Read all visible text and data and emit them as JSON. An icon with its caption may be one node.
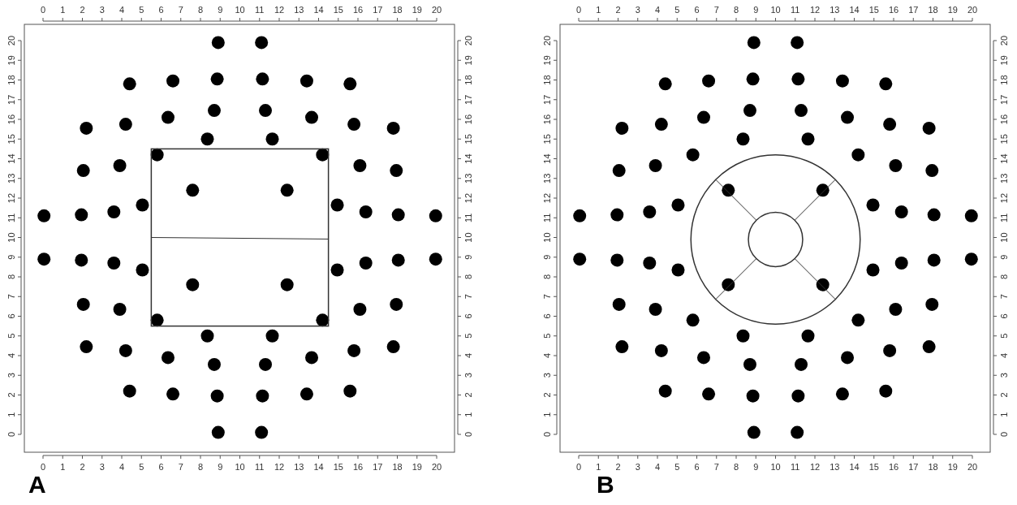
{
  "diagram": {
    "labels": [
      "0",
      "1",
      "2",
      "3",
      "4",
      "5",
      "6",
      "7",
      "8",
      "9",
      "10",
      "11",
      "12",
      "13",
      "14",
      "15",
      "16",
      "17",
      "18",
      "19",
      "20",
      "0",
      "1",
      "2",
      "3",
      "4",
      "5",
      "6",
      "7",
      "8",
      "9",
      "10",
      "11",
      "12",
      "13",
      "14",
      "15",
      "16",
      "17",
      "18",
      "19",
      "20",
      "20",
      "19",
      "18",
      "17",
      "16",
      "15",
      "14",
      "13",
      "12",
      "11",
      "10",
      "9",
      "8",
      "7",
      "6",
      "5",
      "4",
      "3",
      "2",
      "1",
      "0",
      "20",
      "19",
      "18",
      "17",
      "16",
      "15",
      "14",
      "13",
      "12",
      "11",
      "10",
      "9",
      "8",
      "7",
      "6",
      "5",
      "4",
      "3",
      "2",
      "1",
      "0",
      "A",
      "B"
    ],
    "chart_data": [
      {
        "type": "scatter",
        "xlim": [
          0,
          20
        ],
        "ylim": [
          0,
          20
        ],
        "xticks": [
          0,
          1,
          2,
          3,
          4,
          5,
          6,
          7,
          8,
          9,
          10,
          11,
          12,
          13,
          14,
          15,
          16,
          17,
          18,
          19,
          20
        ],
        "yticks": [
          0,
          1,
          2,
          3,
          4,
          5,
          6,
          7,
          8,
          9,
          10,
          11,
          12,
          13,
          14,
          15,
          16,
          17,
          18,
          19,
          20
        ],
        "x": [
          8.9,
          11.1,
          4.4,
          6.6,
          8.85,
          11.15,
          13.4,
          15.6,
          2.2,
          4.2,
          6.35,
          8.7,
          11.3,
          13.65,
          15.8,
          17.8,
          8.35,
          11.65,
          5.8,
          14.2,
          3.9,
          16.1,
          2.05,
          17.95,
          7.6,
          12.4,
          5.05,
          14.95,
          3.6,
          16.4,
          1.95,
          18.05,
          0.05,
          19.95,
          8.9,
          11.1,
          4.4,
          6.6,
          8.85,
          11.15,
          13.4,
          15.6,
          2.2,
          4.2,
          6.35,
          8.7,
          11.3,
          13.65,
          15.8,
          17.8,
          8.35,
          11.65,
          5.8,
          14.2,
          3.9,
          16.1,
          2.05,
          17.95,
          7.6,
          12.4,
          5.05,
          14.95,
          3.6,
          16.4,
          1.95,
          18.05,
          0.05,
          19.95
        ],
        "values": [
          19.9,
          19.9,
          17.8,
          17.95,
          18.05,
          18.05,
          17.95,
          17.8,
          15.55,
          15.75,
          16.1,
          16.45,
          16.45,
          16.1,
          15.75,
          15.55,
          15,
          15,
          14.2,
          14.2,
          13.65,
          13.65,
          13.4,
          13.4,
          12.4,
          12.4,
          11.65,
          11.65,
          11.3,
          11.3,
          11.15,
          11.15,
          11.1,
          11.1,
          0.1,
          0.1,
          2.2,
          2.05,
          1.95,
          1.95,
          2.05,
          2.2,
          4.45,
          4.25,
          3.9,
          3.55,
          3.55,
          3.9,
          4.25,
          4.45,
          5,
          5,
          5.8,
          5.8,
          6.35,
          6.35,
          6.6,
          6.6,
          7.6,
          7.6,
          8.35,
          8.35,
          8.7,
          8.7,
          8.85,
          8.85,
          8.9,
          8.9
        ]
      },
      {
        "type": "scatter",
        "xlim": [
          0,
          20
        ],
        "ylim": [
          0,
          20
        ],
        "xticks": [
          0,
          1,
          2,
          3,
          4,
          5,
          6,
          7,
          8,
          9,
          10,
          11,
          12,
          13,
          14,
          15,
          16,
          17,
          18,
          19,
          20
        ],
        "yticks": [
          0,
          1,
          2,
          3,
          4,
          5,
          6,
          7,
          8,
          9,
          10,
          11,
          12,
          13,
          14,
          15,
          16,
          17,
          18,
          19,
          20
        ],
        "x": [
          8.9,
          11.1,
          4.4,
          6.6,
          8.85,
          11.15,
          13.4,
          15.6,
          2.2,
          4.2,
          6.35,
          8.7,
          11.3,
          13.65,
          15.8,
          17.8,
          8.35,
          11.65,
          5.8,
          14.2,
          3.9,
          16.1,
          2.05,
          17.95,
          7.6,
          12.4,
          5.05,
          14.95,
          3.6,
          16.4,
          1.95,
          18.05,
          0.05,
          19.95,
          8.9,
          11.1,
          4.4,
          6.6,
          8.85,
          11.15,
          13.4,
          15.6,
          2.2,
          4.2,
          6.35,
          8.7,
          11.3,
          13.65,
          15.8,
          17.8,
          8.35,
          11.65,
          5.8,
          14.2,
          3.9,
          16.1,
          2.05,
          17.95,
          7.6,
          12.4,
          5.05,
          14.95,
          3.6,
          16.4,
          1.95,
          18.05,
          0.05,
          19.95
        ],
        "values": [
          19.9,
          19.9,
          17.8,
          17.95,
          18.05,
          18.05,
          17.95,
          17.8,
          15.55,
          15.75,
          16.1,
          16.45,
          16.45,
          16.1,
          15.75,
          15.55,
          15,
          15,
          14.2,
          14.2,
          13.65,
          13.65,
          13.4,
          13.4,
          12.4,
          12.4,
          11.65,
          11.65,
          11.3,
          11.3,
          11.15,
          11.15,
          11.1,
          11.1,
          0.1,
          0.1,
          2.2,
          2.05,
          1.95,
          1.95,
          2.05,
          2.2,
          4.45,
          4.25,
          3.9,
          3.55,
          3.55,
          3.9,
          4.25,
          4.45,
          5,
          5,
          5.8,
          5.8,
          6.35,
          6.35,
          6.6,
          6.6,
          7.6,
          7.6,
          8.35,
          8.35,
          8.7,
          8.7,
          8.85,
          8.85,
          8.9,
          8.9
        ]
      }
    ]
  }
}
